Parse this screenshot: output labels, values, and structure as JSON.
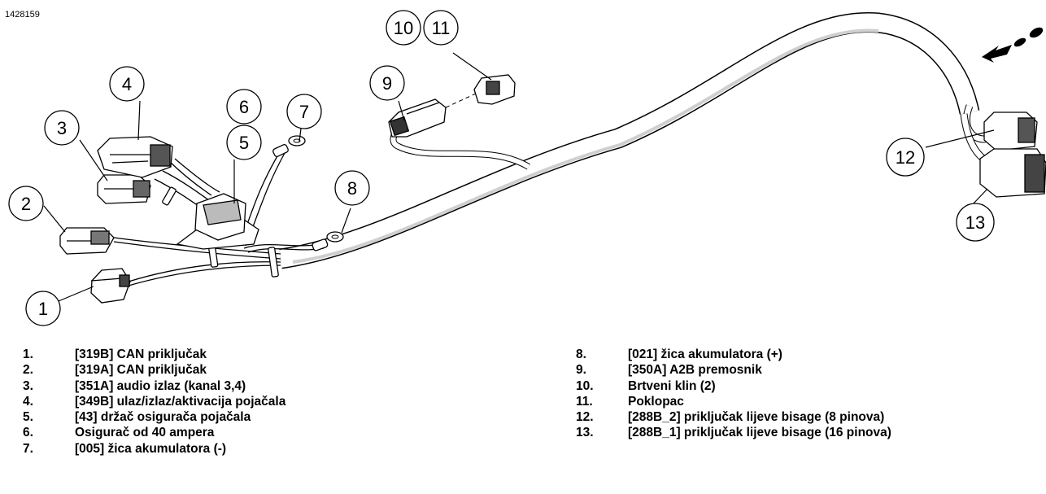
{
  "figure_id": "1428159",
  "callouts": [
    "1",
    "2",
    "3",
    "4",
    "5",
    "6",
    "7",
    "8",
    "9",
    "10",
    "11",
    "12",
    "13"
  ],
  "legend": [
    {
      "num": "1.",
      "text": "[319B] CAN priključak"
    },
    {
      "num": "2.",
      "text": "[319A] CAN priključak"
    },
    {
      "num": "3.",
      "text": "[351A] audio izlaz (kanal 3,4)"
    },
    {
      "num": "4.",
      "text": "[349B] ulaz/izlaz/aktivacija pojačala"
    },
    {
      "num": "5.",
      "text": "[43] držač osigurača pojačala"
    },
    {
      "num": "6.",
      "text": "Osigurač od 40 ampera"
    },
    {
      "num": "7.",
      "text": "[005] žica akumulatora (-)"
    },
    {
      "num": "8.",
      "text": "[021] žica akumulatora (+)"
    },
    {
      "num": "9.",
      "text": "[350A] A2B premosnik"
    },
    {
      "num": "10.",
      "text": "Brtveni klin (2)"
    },
    {
      "num": "11.",
      "text": "Poklopac"
    },
    {
      "num": "12.",
      "text": "[288B_2] priključak lijeve bisage (8 pinova)"
    },
    {
      "num": "13.",
      "text": "[288B_1] priključak lijeve bisage (16 pinova)"
    }
  ]
}
